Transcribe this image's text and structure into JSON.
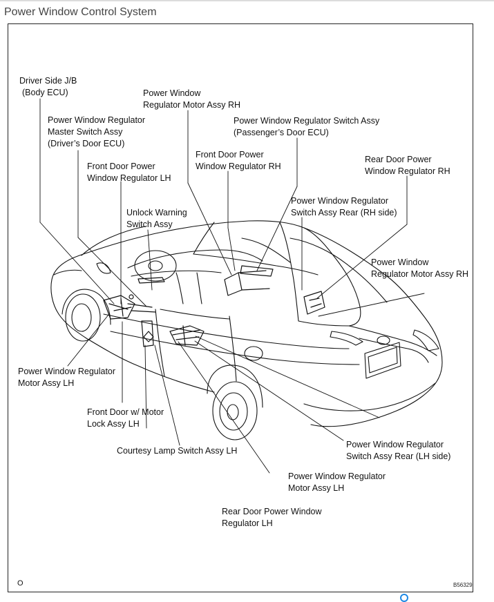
{
  "header": {
    "title": "Power Window Control System"
  },
  "diagram": {
    "labels": {
      "driver_jb": [
        "Driver Side J/B",
        "(Body ECU)"
      ],
      "master_switch": [
        "Power Window Regulator",
        "Master Switch Assy",
        "(Driver’s Door ECU)"
      ],
      "front_reg_lh": [
        "Front  Door  Power",
        "Window Regulator LH"
      ],
      "unlock_warning": [
        "Unlock Warning",
        "Switch Assy"
      ],
      "motor_rh_top": [
        "Power Window",
        "Regulator Motor Assy RH"
      ],
      "front_reg_rh": [
        "Front Door Power",
        "Window Regulator RH"
      ],
      "switch_assy": [
        "Power Window Regulator Switch Assy",
        "(Passenger’s Door ECU)"
      ],
      "rear_reg_rh": [
        "Rear Door Power",
        "Window Regulator RH"
      ],
      "switch_rear_rh": [
        "Power Window Regulator",
        "Switch Assy Rear (RH side)"
      ],
      "motor_rh_right": [
        "Power Window",
        "Regulator Motor Assy RH"
      ],
      "motor_lh_left": [
        "Power Window Regulator",
        "Motor Assy LH"
      ],
      "door_lock_lh": [
        "Front Door w/ Motor",
        "Lock Assy LH"
      ],
      "courtesy": [
        "Courtesy Lamp Switch Assy LH"
      ],
      "switch_rear_lh": [
        "Power Window Regulator",
        "Switch Assy Rear (LH side)"
      ],
      "motor_lh_bottom": [
        "Power Window Regulator",
        "Motor Assy LH"
      ],
      "rear_reg_lh": [
        "Rear Door Power Window",
        "Regulator LH"
      ]
    },
    "corner_mark": "O",
    "figure_code": "B56329"
  }
}
